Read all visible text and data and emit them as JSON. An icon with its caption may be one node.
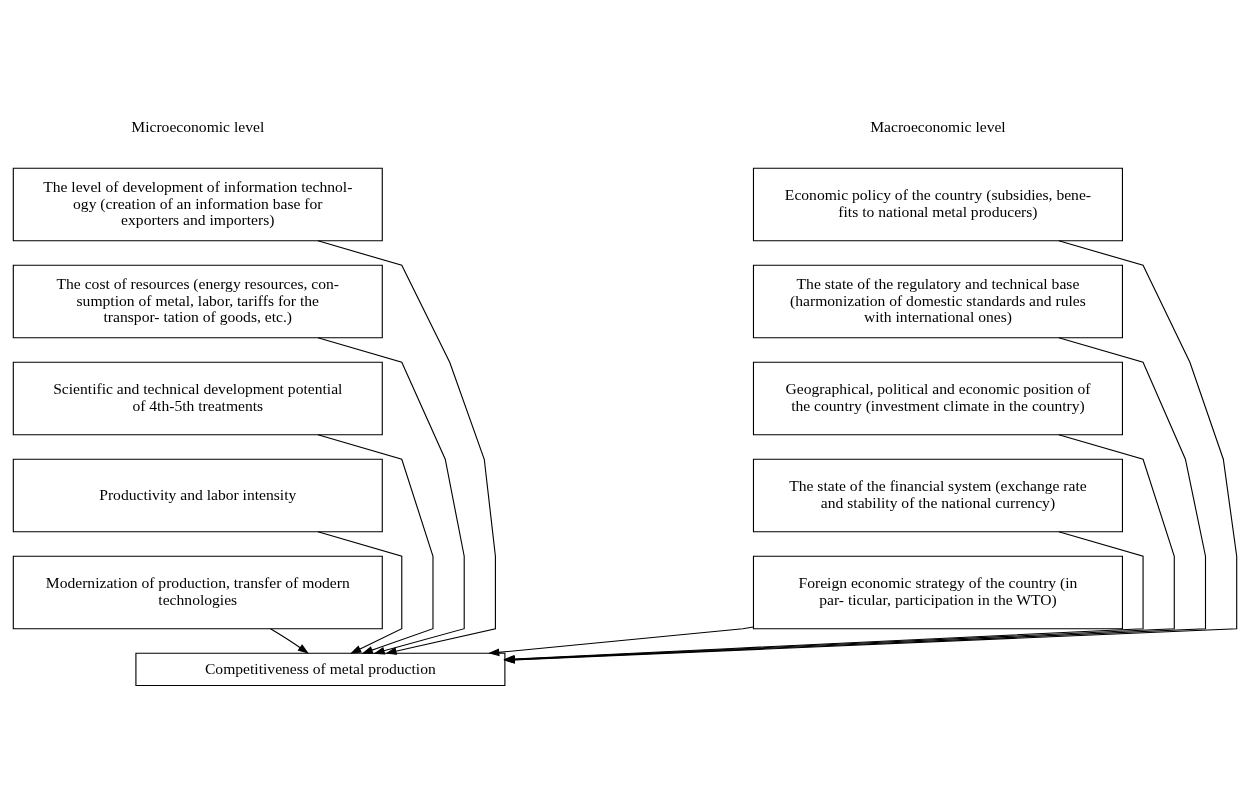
{
  "diagram": {
    "nodes": [
      {
        "text": [
          "Economic policy of the country (subsidies, bene- fits to national metal producers)"
        ]
      },
      {
        "text": [
          "The state of the regulatory and technical base (harmonization of domestic standards and rules with international ones)"
        ]
      },
      {
        "text": [
          "Geographical, political and economic position of the country (investment climate in the country)"
        ]
      },
      {
        "text": [
          "The state of the financial system (exchange rate and stability of the national currency)"
        ]
      },
      {
        "text": [
          "Foreign economic strategy of the country (in par- ticular, participation in the WTO)"
        ]
      },
      {
        "text": [
          "The level of development of information technol- ogy (creation of an information base for exporters and importers)"
        ]
      },
      {
        "text": [
          "The cost of resources (energy resources, con- sumption of metal, labor, tariffs for the transpor- tation of goods, etc.)"
        ]
      },
      {
        "text": [
          "Scientific and technical development potential of 4th-5th treatments"
        ]
      },
      {
        "text": [
          "Productivity and labor intensity"
        ]
      },
      {
        "text": [
          "Modernization of production, transfer of modern technologies"
        ]
      },
      {
        "text": [
          "Competitiveness of metal production"
        ]
      }
    ],
    "edges": [
      {
        "from": 0,
        "to": 10,
        "arrow": "to"
      },
      {
        "from": 1,
        "to": 10,
        "arrow": "to"
      },
      {
        "from": 2,
        "to": 10,
        "arrow": "to"
      },
      {
        "from": 3,
        "to": 10,
        "arrow": "to"
      },
      {
        "from": 4,
        "to": 10,
        "arrow": "to"
      },
      {
        "from": 5,
        "to": 10,
        "arrow": "to"
      },
      {
        "from": 6,
        "to": 10,
        "arrow": "to"
      },
      {
        "from": 7,
        "to": 10,
        "arrow": "to"
      },
      {
        "from": 8,
        "to": 10,
        "arrow": "to"
      },
      {
        "from": 9,
        "to": 10,
        "arrow": "to"
      }
    ],
    "labels": [
      "Macroeconomic level",
      "Microeconomic level"
    ]
  }
}
